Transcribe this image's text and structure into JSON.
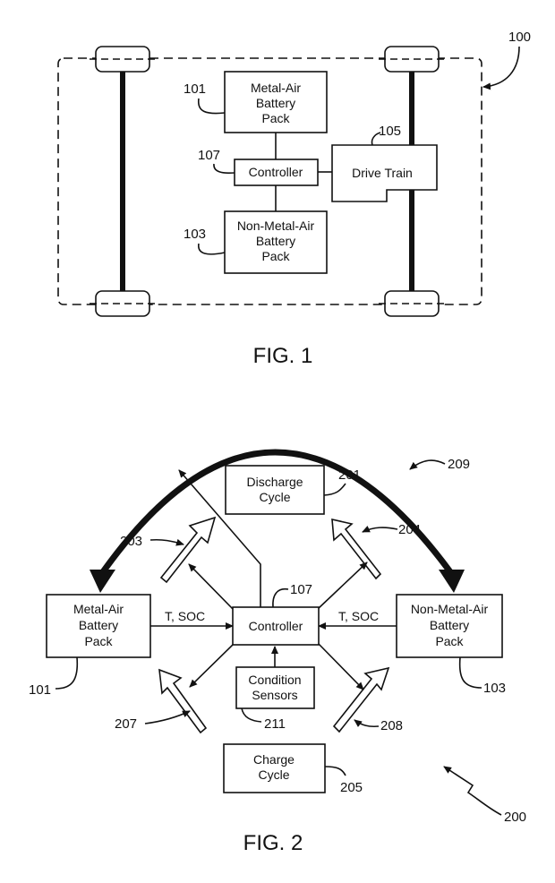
{
  "fig1": {
    "caption": "FIG. 1",
    "ref_vehicle": "100",
    "ref_metal_air": "101",
    "ref_non_metal_air": "103",
    "ref_drive_train": "105",
    "ref_controller": "107",
    "metal_air_lines": [
      "Metal-Air",
      "Battery",
      "Pack"
    ],
    "controller_label": "Controller",
    "drive_train_label": "Drive Train",
    "non_metal_air_lines": [
      "Non-Metal-Air",
      "Battery",
      "Pack"
    ]
  },
  "fig2": {
    "caption": "FIG. 2",
    "ref_system": "200",
    "ref_discharge": "201",
    "ref_203": "203",
    "ref_204": "204",
    "ref_charge": "205",
    "ref_207": "207",
    "ref_208": "208",
    "ref_209": "209",
    "ref_sensors": "211",
    "ref_controller": "107",
    "ref_metal_air": "101",
    "ref_non_metal_air": "103",
    "discharge_lines": [
      "Discharge",
      "Cycle"
    ],
    "charge_lines": [
      "Charge",
      "Cycle"
    ],
    "sensors_lines": [
      "Condition",
      "Sensors"
    ],
    "controller_label": "Controller",
    "metal_air_lines": [
      "Metal-Air",
      "Battery",
      "Pack"
    ],
    "non_metal_air_lines": [
      "Non-Metal-Air",
      "Battery",
      "Pack"
    ],
    "tsoc_left": "T, SOC",
    "tsoc_right": "T, SOC"
  }
}
